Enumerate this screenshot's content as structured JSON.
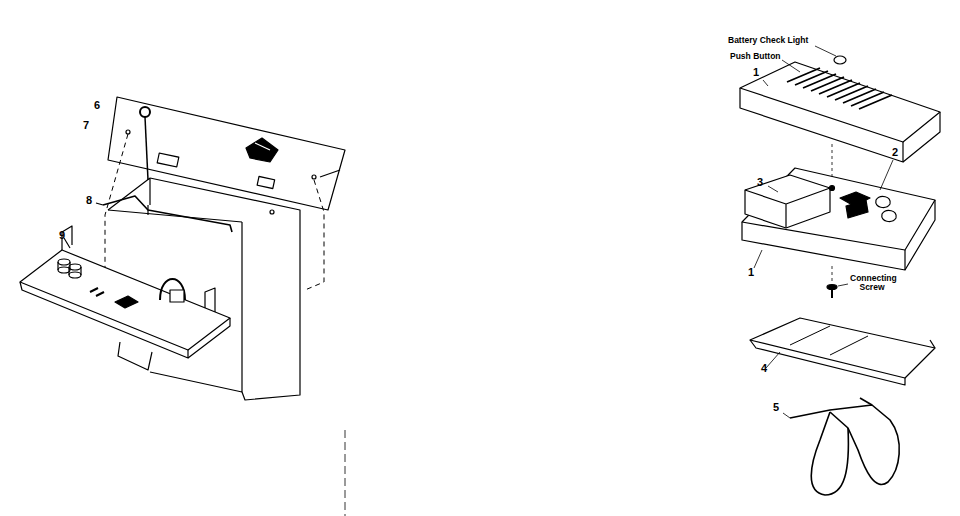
{
  "diagram": {
    "labels": [
      "6",
      "7",
      "8",
      "9",
      "Battery Check Light",
      "Push Button",
      "1",
      "2",
      "3",
      "1",
      "Connecting Screw",
      "4",
      "5"
    ]
  }
}
